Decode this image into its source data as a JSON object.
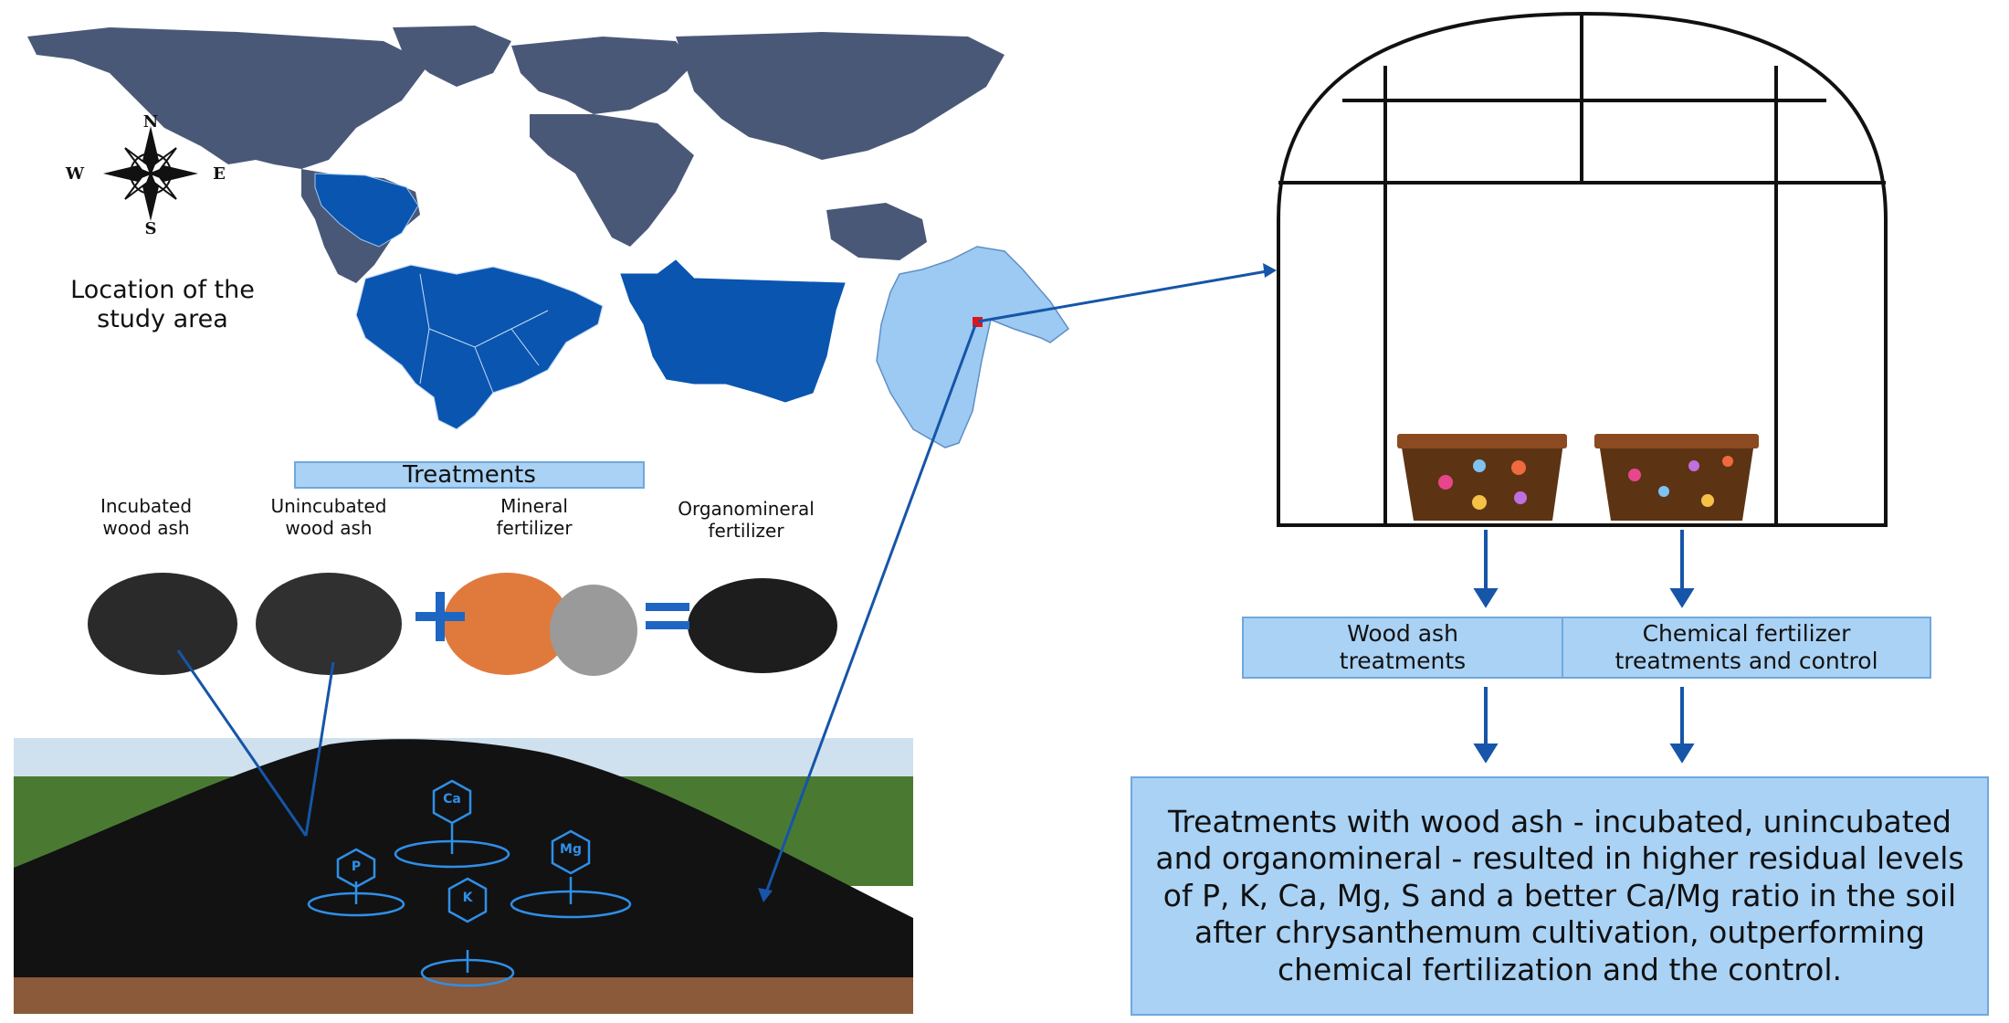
{
  "compass": {
    "north": "N",
    "south": "S",
    "east": "E",
    "west": "W"
  },
  "location_label": "Location of the\nstudy area",
  "treatments": {
    "title": "Treatments",
    "items": [
      {
        "label": "Incubated\nwood ash"
      },
      {
        "label": "Unincubated\nwood ash"
      },
      {
        "label": "Mineral\nfertilizer"
      },
      {
        "label": "Organomineral\nfertilizer"
      }
    ],
    "plus_sign": "+",
    "equals_sign": "="
  },
  "nutrients": [
    "Ca",
    "P",
    "Mg",
    "K"
  ],
  "greenhouse": {
    "left_box": "Wood ash\ntreatments",
    "right_box": "Chemical fertilizer\ntreatments and control"
  },
  "conclusion": "Treatments with wood ash - incubated, unincubated and organomineral - resulted in higher residual levels of P, K, Ca, Mg, S and a better Ca/Mg ratio in the soil after chrysanthemum cultivation, outperforming chemical fertilization and the control.",
  "colors": {
    "map_dark": "#4a5878",
    "brazil_blue": "#0a55b0",
    "state_light": "#9ccaf2",
    "box_fill": "#a9d2f5",
    "arrow_blue": "#1655a8",
    "ash_black": "#1b1b1b",
    "mineral_orange": "#e07a3c",
    "pot_brown": "#8b4a1f"
  }
}
